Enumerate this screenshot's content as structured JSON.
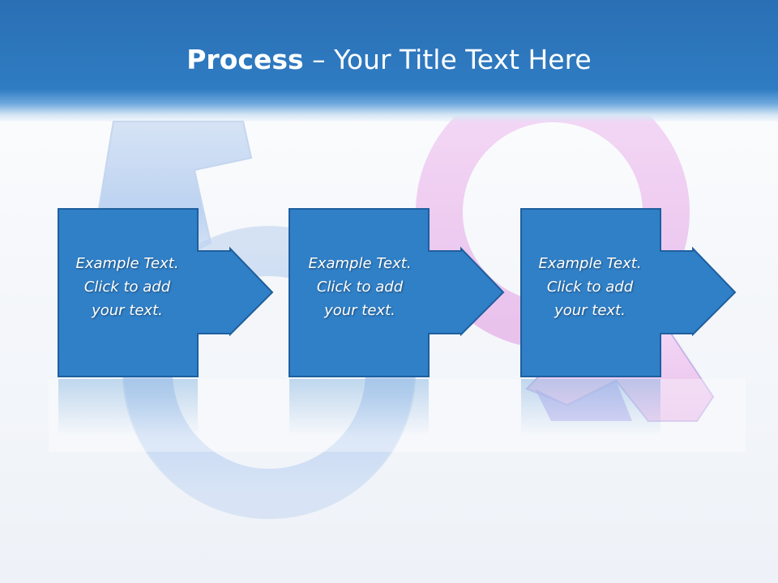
{
  "slide": {
    "title_bold": "Process",
    "title_separator": " – ",
    "title_rest": "Your Title Text Here"
  },
  "steps": [
    {
      "lines": [
        "Example Text.",
        "Click  to add",
        "your text."
      ]
    },
    {
      "lines": [
        "Example Text.",
        "Click  to add",
        "your text."
      ]
    },
    {
      "lines": [
        "Example Text.",
        "Click  to add",
        "your text."
      ]
    }
  ],
  "colors": {
    "header": "#2f7cc3",
    "box_fill": "#3080c8",
    "box_border": "#1e5f9e",
    "male_symbol": "#a9c6ee",
    "female_symbol": "#f0c6f2"
  },
  "decorations": {
    "background_icons": [
      "male-symbol-icon",
      "female-symbol-icon"
    ]
  }
}
